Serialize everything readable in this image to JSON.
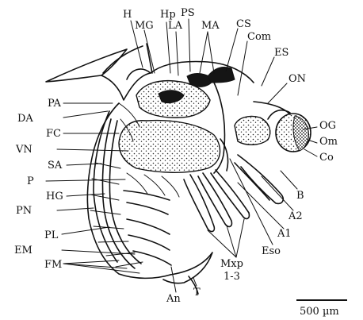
{
  "labels": {
    "H": "H",
    "MG": "MG",
    "Hp": "Hp",
    "LA": "LA",
    "PS": "PS",
    "MA": "MA",
    "CS": "CS",
    "Com": "Com",
    "ES": "ES",
    "ON": "ON",
    "OG": "OG",
    "Om": "Om",
    "Co": "Co",
    "B": "B",
    "A2": "A2",
    "A1": "A1",
    "Eso": "Eso",
    "Mxp": "Mxp",
    "Mxp_range": "1-3",
    "T": "T",
    "An": "An",
    "PA": "PA",
    "DA": "DA",
    "FC": "FC",
    "VN": "VN",
    "SA": "SA",
    "P": "P",
    "HG": "HG",
    "PN": "PN",
    "PL": "PL",
    "EM": "EM",
    "FM": "FM"
  },
  "scale_bar": {
    "label": "500 µm"
  }
}
